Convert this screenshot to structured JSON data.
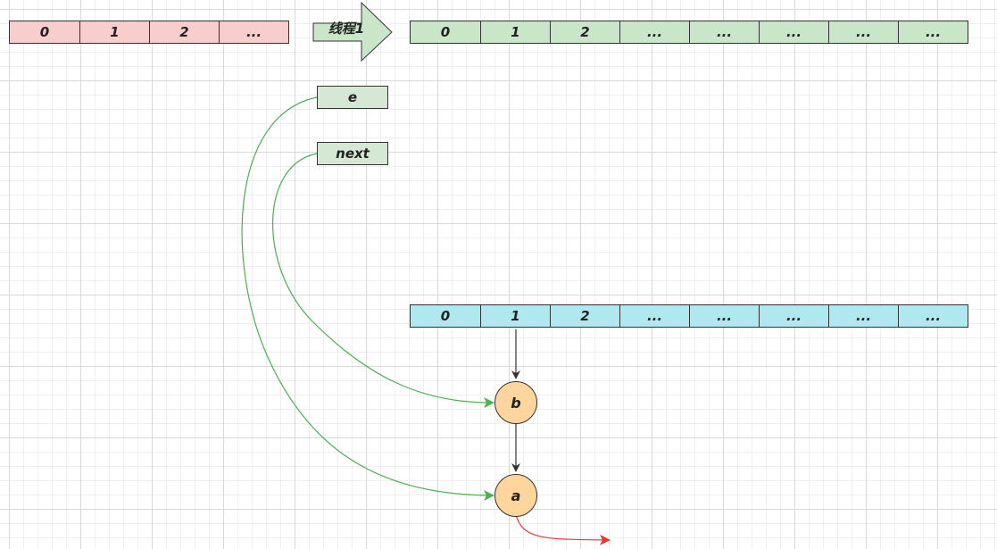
{
  "old_table": {
    "cells": [
      "0",
      "1",
      "2",
      "..."
    ]
  },
  "thread_arrow": {
    "label": "线程1"
  },
  "new_table_thread1": {
    "cells": [
      "0",
      "1",
      "2",
      "...",
      "...",
      "...",
      "...",
      "..."
    ]
  },
  "pointers": {
    "e": "e",
    "next": "next"
  },
  "new_table": {
    "cells": [
      "0",
      "1",
      "2",
      "...",
      "...",
      "...",
      "...",
      "..."
    ]
  },
  "nodes": {
    "b": "b",
    "a": "a"
  },
  "colors": {
    "old_table": "#f8cecc",
    "thread_table": "#c9e6c9",
    "new_table": "#b0e8f0",
    "node_fill": "#ffd59e",
    "pointer_edge": "#4caf50",
    "list_edge": "#333333",
    "dangling_edge": "#e53935"
  }
}
